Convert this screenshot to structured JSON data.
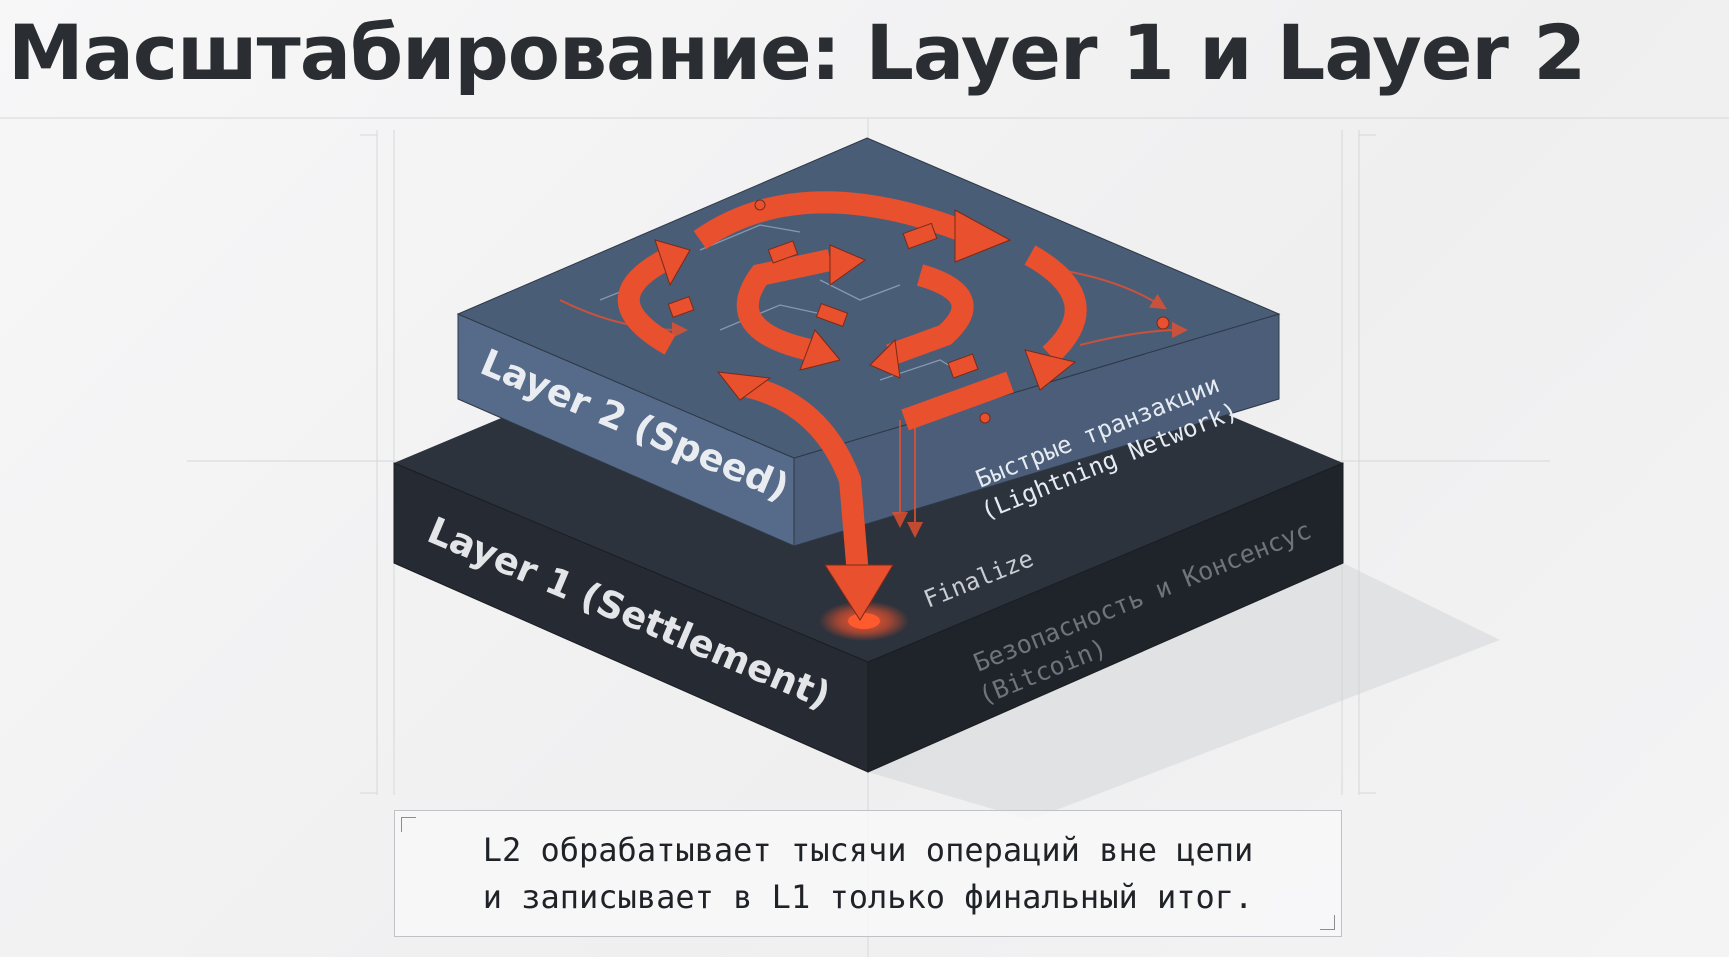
{
  "title": "Масштабирование: Layer 1 и Layer 2",
  "layers": {
    "layer2": {
      "label": "Layer 2 (Speed)",
      "desc_line1": "Быстрые транзакции",
      "desc_line2": "(Lightning Network)"
    },
    "layer1": {
      "label": "Layer 1 (Settlement)",
      "desc_line1": "Безопасность и Консенсус",
      "desc_line2": "(Bitcoin)"
    }
  },
  "flow": {
    "finalize_label": "Finalize"
  },
  "caption": {
    "line1": "L2 обрабатывает тысячи операций вне цепи",
    "line2": "и записывает в L1 только финальный итог."
  },
  "colors": {
    "accent": "#e8502e",
    "layer2": "#4a5d77",
    "layer1": "#262c34",
    "text": "#2a2d31"
  }
}
